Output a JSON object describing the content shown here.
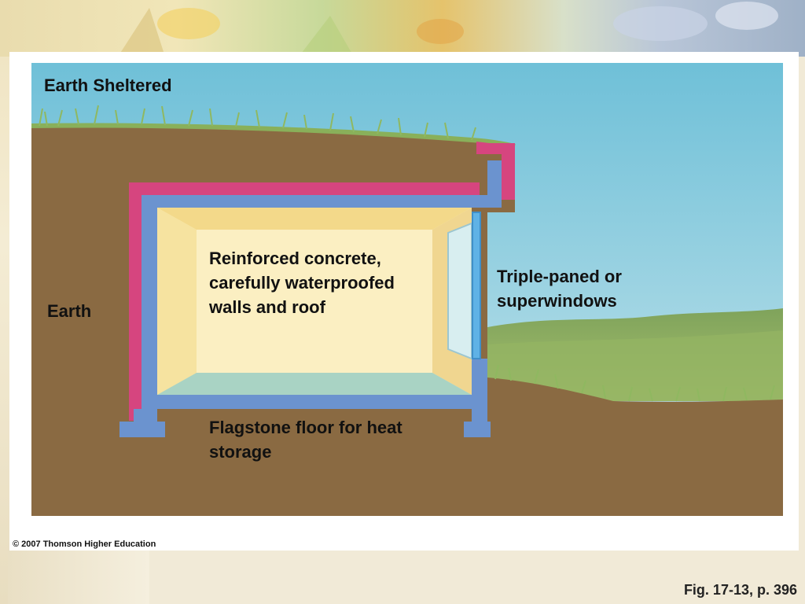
{
  "title": "Earth Sheltered",
  "labels": {
    "concrete": "Reinforced concrete,\ncarefully waterproofed\nwalls and roof",
    "windows": "Triple-paned or\nsuperwindows",
    "earth": "Earth",
    "floor": "Flagstone floor for heat\nstorage"
  },
  "credit": "© 2007 Thomson Higher Education",
  "figure_ref": "Fig. 17-13, p. 396",
  "colors": {
    "sky": "#7fc6da",
    "earth": "#8a6a42",
    "membrane": "#d6457f",
    "concrete": "#6b93cf",
    "interior": "#fbedb4",
    "floor": "#a9d3c4",
    "grass": "#7fa64a"
  }
}
